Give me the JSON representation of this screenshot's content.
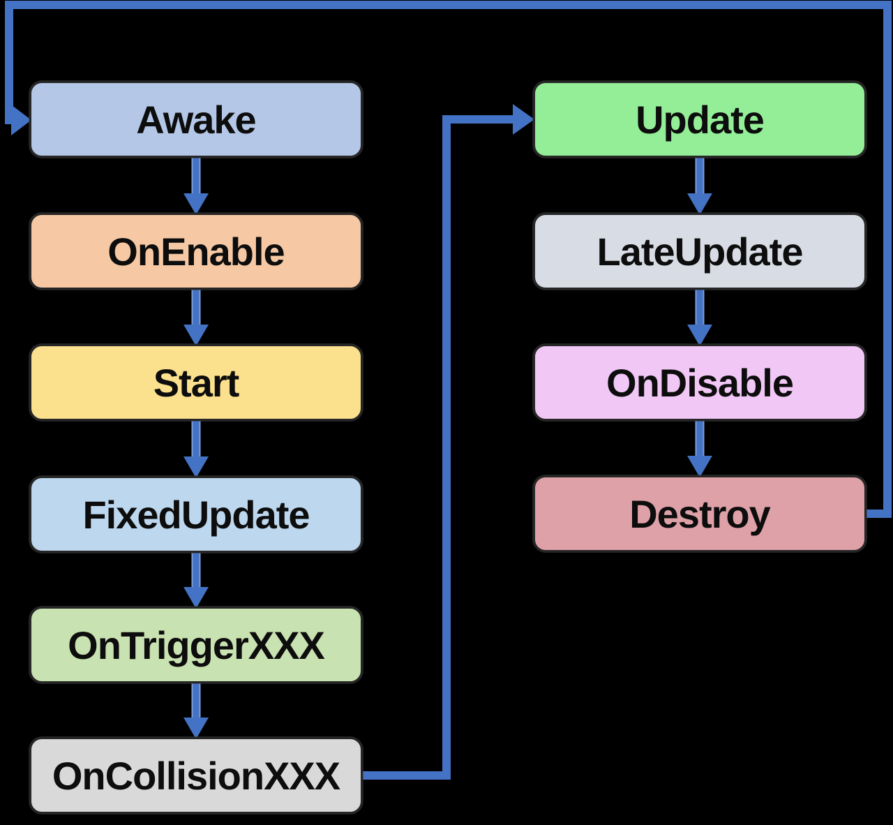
{
  "diagram": {
    "title": "Unity MonoBehaviour lifecycle flowchart",
    "background_color": "#000000",
    "arrow_color": "#4472c4",
    "arrow_edge_color": "#7e9fd8",
    "box_border_color": "#262626",
    "text_color": "#0d0d0d",
    "nodes": [
      {
        "id": "awake",
        "label": "Awake",
        "fill": "#b4c7e7"
      },
      {
        "id": "onenable",
        "label": "OnEnable",
        "fill": "#f6c9a4"
      },
      {
        "id": "start",
        "label": "Start",
        "fill": "#fbe08d"
      },
      {
        "id": "fixedupdate",
        "label": "FixedUpdate",
        "fill": "#bdd7ee"
      },
      {
        "id": "ontriggerxxx",
        "label": "OnTriggerXXX",
        "fill": "#c9e2b1"
      },
      {
        "id": "oncollisionxxx",
        "label": "OnCollisionXXX",
        "fill": "#d9d9d9"
      },
      {
        "id": "update",
        "label": "Update",
        "fill": "#93ee97"
      },
      {
        "id": "lateupdate",
        "label": "LateUpdate",
        "fill": "#d8dde5"
      },
      {
        "id": "ondisable",
        "label": "OnDisable",
        "fill": "#f1c7f6"
      },
      {
        "id": "destroy",
        "label": "Destroy",
        "fill": "#dfa1a8"
      }
    ],
    "edges": [
      {
        "from": "Awake",
        "to": "OnEnable"
      },
      {
        "from": "OnEnable",
        "to": "Start"
      },
      {
        "from": "Start",
        "to": "FixedUpdate"
      },
      {
        "from": "FixedUpdate",
        "to": "OnTriggerXXX"
      },
      {
        "from": "OnTriggerXXX",
        "to": "OnCollisionXXX"
      },
      {
        "from": "OnCollisionXXX",
        "to": "Update"
      },
      {
        "from": "Update",
        "to": "LateUpdate"
      },
      {
        "from": "LateUpdate",
        "to": "OnDisable"
      },
      {
        "from": "OnDisable",
        "to": "Destroy"
      },
      {
        "from": "Destroy",
        "to": "Awake"
      }
    ]
  }
}
